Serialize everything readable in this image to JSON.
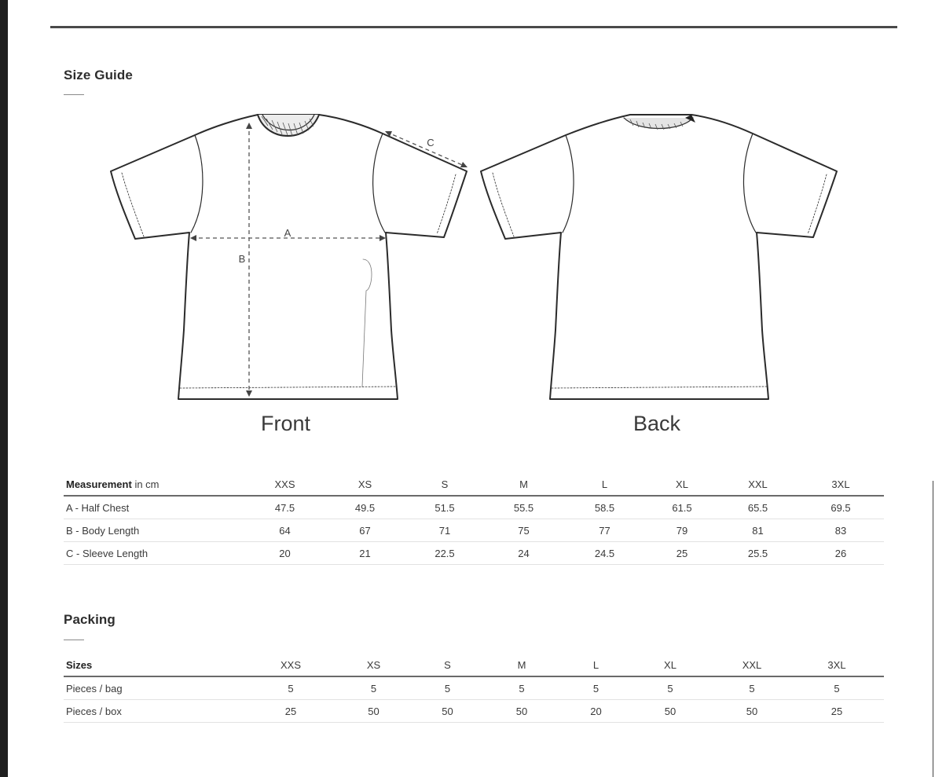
{
  "size_guide": {
    "title": "Size Guide",
    "front_label": "Front",
    "back_label": "Back",
    "markers": {
      "a": "A",
      "b": "B",
      "c": "C"
    }
  },
  "measurements": {
    "header_bold": "Measurement",
    "header_unit": "in cm",
    "sizes": [
      "XXS",
      "XS",
      "S",
      "M",
      "L",
      "XL",
      "XXL",
      "3XL"
    ],
    "rows": [
      {
        "label": "A - Half Chest",
        "values": [
          "47.5",
          "49.5",
          "51.5",
          "55.5",
          "58.5",
          "61.5",
          "65.5",
          "69.5"
        ]
      },
      {
        "label": "B - Body Length",
        "values": [
          "64",
          "67",
          "71",
          "75",
          "77",
          "79",
          "81",
          "83"
        ]
      },
      {
        "label": "C - Sleeve Length",
        "values": [
          "20",
          "21",
          "22.5",
          "24",
          "24.5",
          "25",
          "25.5",
          "26"
        ]
      }
    ]
  },
  "packing": {
    "title": "Packing",
    "header": "Sizes",
    "sizes": [
      "XXS",
      "XS",
      "S",
      "M",
      "L",
      "XL",
      "XXL",
      "3XL"
    ],
    "rows": [
      {
        "label": "Pieces / bag",
        "values": [
          "5",
          "5",
          "5",
          "5",
          "5",
          "5",
          "5",
          "5"
        ]
      },
      {
        "label": "Pieces / box",
        "values": [
          "25",
          "50",
          "50",
          "50",
          "20",
          "50",
          "50",
          "25"
        ]
      }
    ]
  }
}
